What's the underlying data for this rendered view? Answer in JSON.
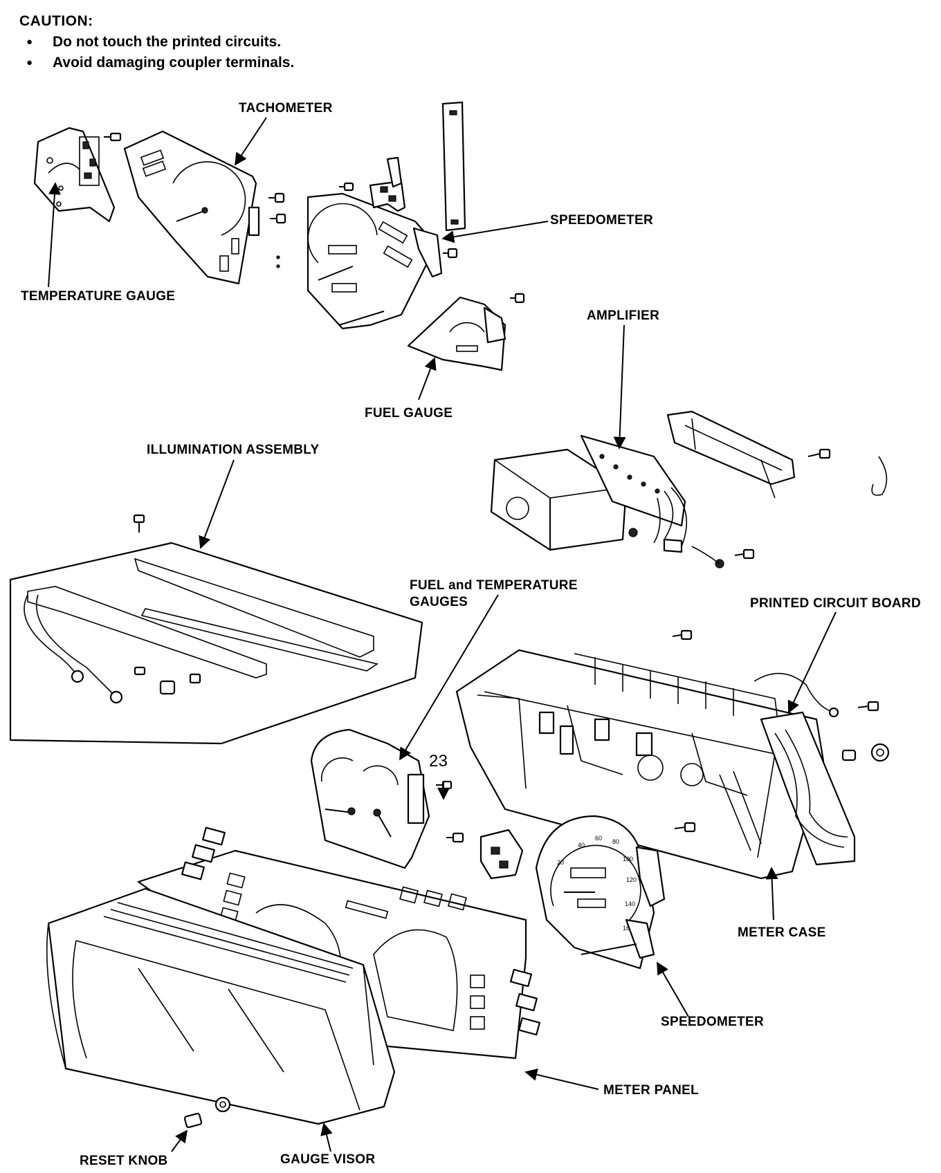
{
  "caution": {
    "title": "CAUTION:",
    "items": [
      "Do not touch the printed circuits.",
      "Avoid damaging coupler terminals."
    ]
  },
  "labels": {
    "tachometer": "TACHOMETER",
    "speedometer_top": "SPEEDOMETER",
    "temperature_gauge": "TEMPERATURE GAUGE",
    "amplifier": "AMPLIFIER",
    "fuel_gauge": "FUEL GAUGE",
    "illumination_assembly": "ILLUMINATION ASSEMBLY",
    "fuel_temp_line1": "FUEL and TEMPERATURE",
    "fuel_temp_line2": "GAUGES",
    "printed_circuit_board": "PRINTED CIRCUIT BOARD",
    "callout_number": "23",
    "meter_case": "METER CASE",
    "speedometer_bottom": "SPEEDOMETER",
    "meter_panel": "METER PANEL",
    "reset_knob": "RESET KNOB",
    "gauge_visor": "GAUGE VISOR"
  }
}
